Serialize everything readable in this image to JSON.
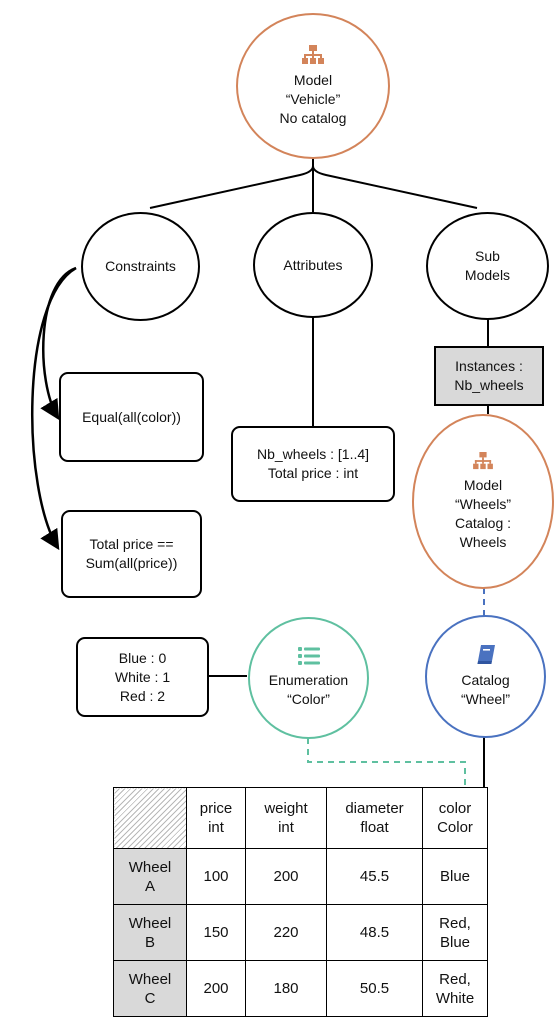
{
  "colors": {
    "model": "#d3845a",
    "enumeration": "#5fc0a0",
    "catalog": "#4a72c0",
    "gray_fill": "#d9d9d9"
  },
  "nodes": {
    "model_vehicle": {
      "icon": "hierarchy-icon",
      "lines": [
        "Model",
        "“Vehicle”",
        "No catalog"
      ]
    },
    "constraints": {
      "lines": [
        "Constraints"
      ]
    },
    "attributes": {
      "lines": [
        "Attributes"
      ]
    },
    "sub_models": {
      "lines": [
        "Sub",
        "Models"
      ]
    },
    "equal_constraint": {
      "lines": [
        "Equal(all(color))"
      ]
    },
    "total_price_constraint": {
      "lines": [
        "Total price ==",
        "Sum(all(price))"
      ]
    },
    "attributes_box": {
      "lines": [
        "Nb_wheels : [1..4]",
        "Total price : int"
      ]
    },
    "instances_box": {
      "lines": [
        "Instances :",
        "Nb_wheels"
      ]
    },
    "model_wheels": {
      "icon": "hierarchy-icon",
      "lines": [
        "Model",
        "“Wheels”",
        "Catalog :",
        "Wheels"
      ]
    },
    "enum_values": {
      "lines": [
        "Blue : 0",
        "White : 1",
        "Red : 2"
      ]
    },
    "enumeration_color": {
      "icon": "list-icon",
      "lines": [
        "Enumeration",
        "“Color”"
      ]
    },
    "catalog_wheel": {
      "icon": "book-icon",
      "lines": [
        "Catalog",
        "“Wheel”"
      ]
    }
  },
  "table": {
    "columns": [
      {
        "name": "price",
        "type": "int"
      },
      {
        "name": "weight",
        "type": "int"
      },
      {
        "name": "diameter",
        "type": "float"
      },
      {
        "name": "color",
        "type": "Color"
      }
    ],
    "rows": [
      {
        "label": [
          "Wheel",
          "A"
        ],
        "cells": [
          "100",
          "200",
          "45.5",
          [
            "Blue"
          ]
        ]
      },
      {
        "label": [
          "Wheel",
          "B"
        ],
        "cells": [
          "150",
          "220",
          "48.5",
          [
            "Red,",
            "Blue"
          ]
        ]
      },
      {
        "label": [
          "Wheel",
          "C"
        ],
        "cells": [
          "200",
          "180",
          "50.5",
          [
            "Red,",
            "White"
          ]
        ]
      }
    ]
  }
}
